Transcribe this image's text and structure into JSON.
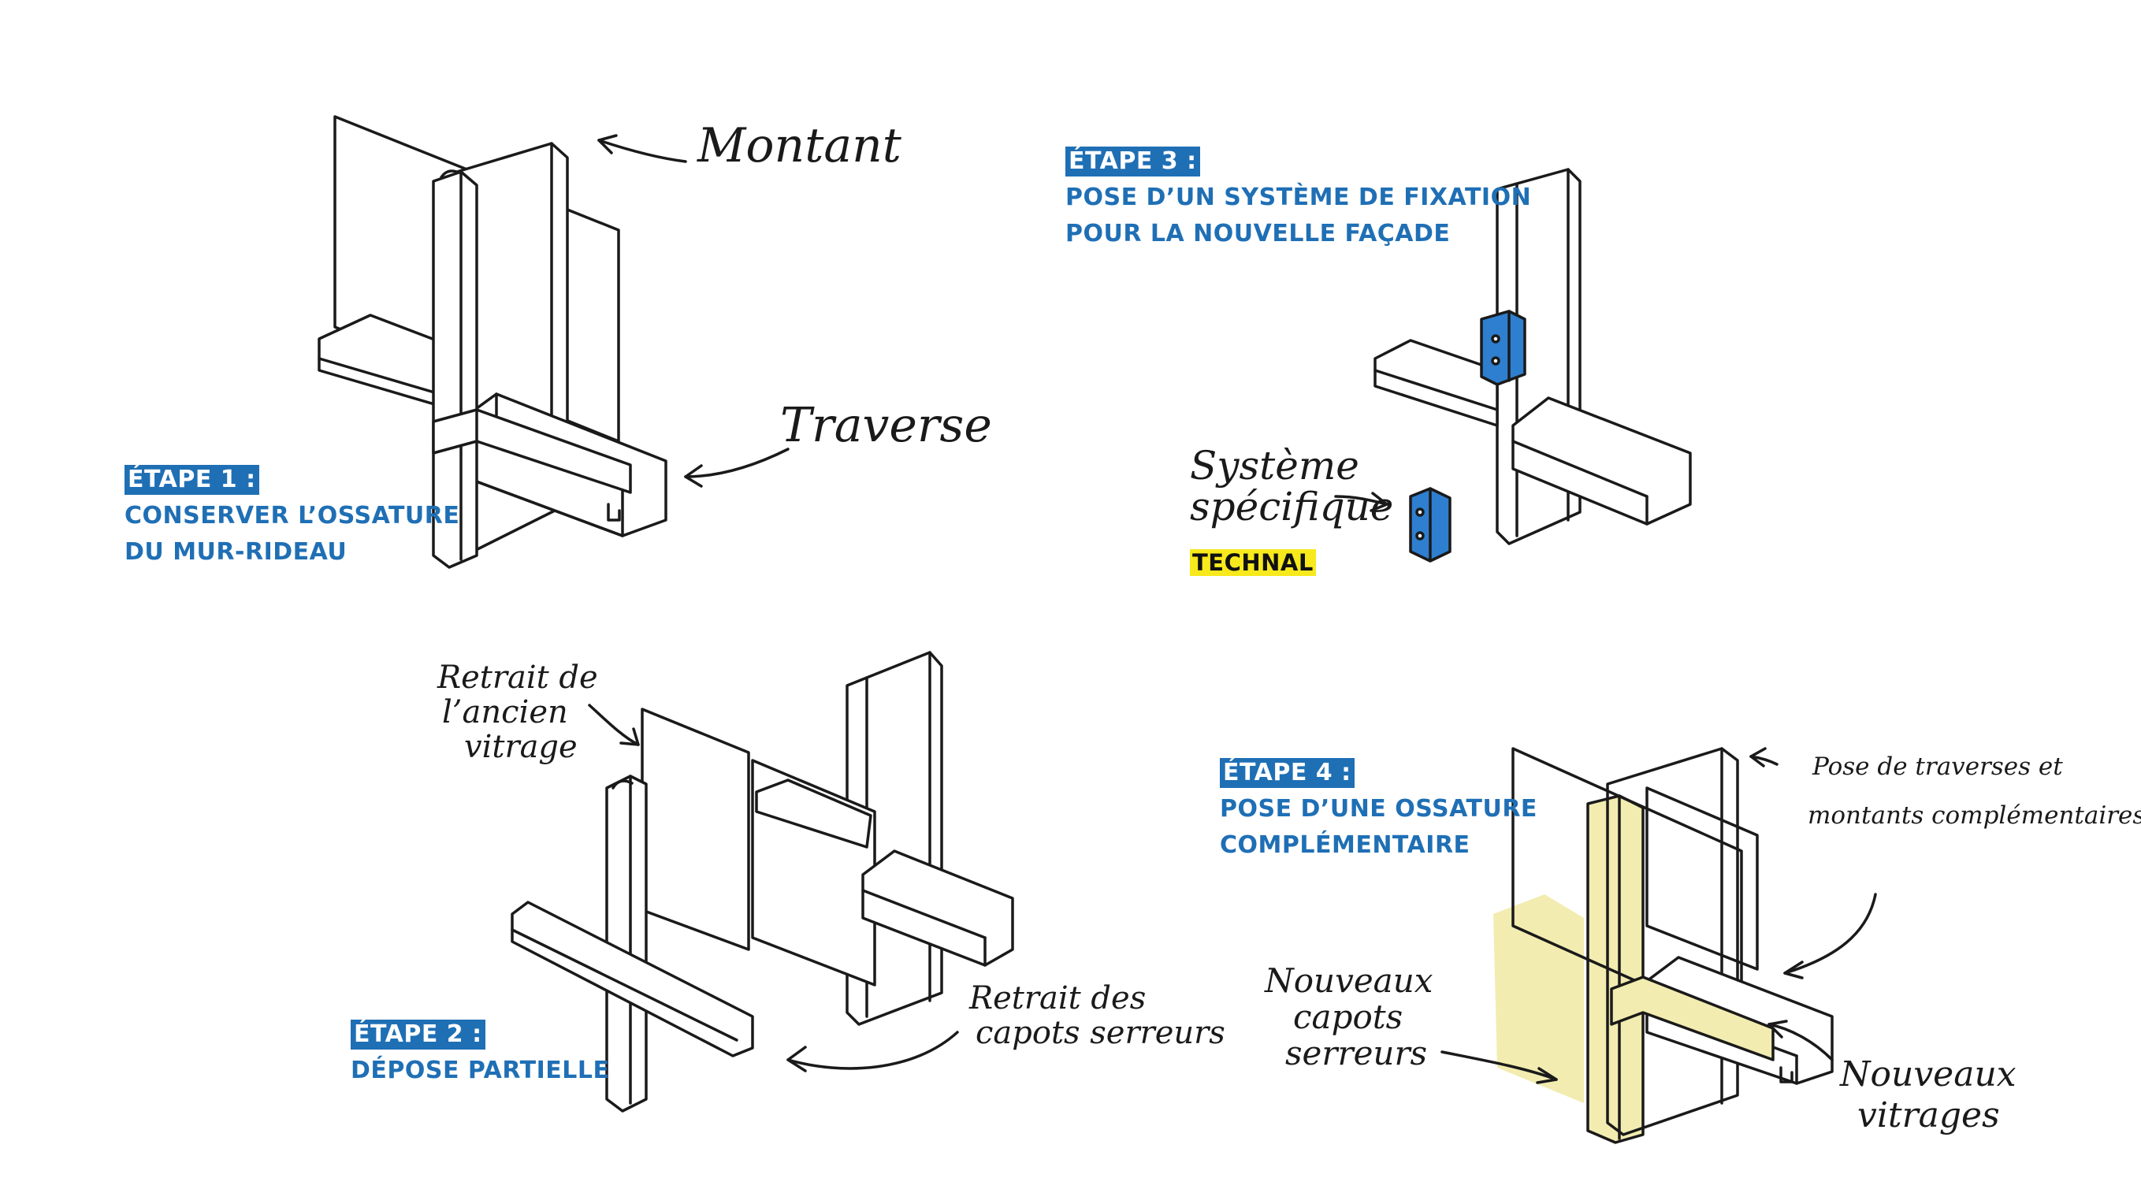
{
  "colors": {
    "accent": "#1f6fb5",
    "ink": "#1a1a1a",
    "brand_highlight": "#f7e91c",
    "bracket": "#2f7fd0",
    "new_frame": "#f2ecb0"
  },
  "step1": {
    "tag": "ÉTAPE 1 :",
    "line1": "CONSERVER L’OSSATURE",
    "line2": "DU MUR-RIDEAU"
  },
  "step2": {
    "tag": "ÉTAPE 2 :",
    "line1": "DÉPOSE PARTIELLE"
  },
  "step3": {
    "tag": "ÉTAPE 3 :",
    "line1": "POSE D’UN SYSTÈME DE FIXATION",
    "line2": "POUR LA NOUVELLE FAÇADE"
  },
  "step4": {
    "tag": "ÉTAPE 4 :",
    "line1": "POSE D’UNE OSSATURE",
    "line2": "COMPLÉMENTAIRE"
  },
  "annotations": {
    "montant": "Montant",
    "traverse": "Traverse",
    "systeme_line1": "Système",
    "systeme_line2": "spécifique",
    "brand": "TECHNAL",
    "retrait_vitrage_line1": "Retrait de",
    "retrait_vitrage_line2": "l’ancien",
    "retrait_vitrage_line3": "vitrage",
    "retrait_capots_line1": "Retrait des",
    "retrait_capots_line2": "capots serreurs",
    "pose_line1": "Pose de traverses et",
    "pose_line2": "montants complémentaires",
    "nouveaux_capots_line1": "Nouveaux",
    "nouveaux_capots_line2": "capots",
    "nouveaux_capots_line3": "serreurs",
    "nouveaux_vitrages_line1": "Nouveaux",
    "nouveaux_vitrages_line2": "vitrages"
  }
}
